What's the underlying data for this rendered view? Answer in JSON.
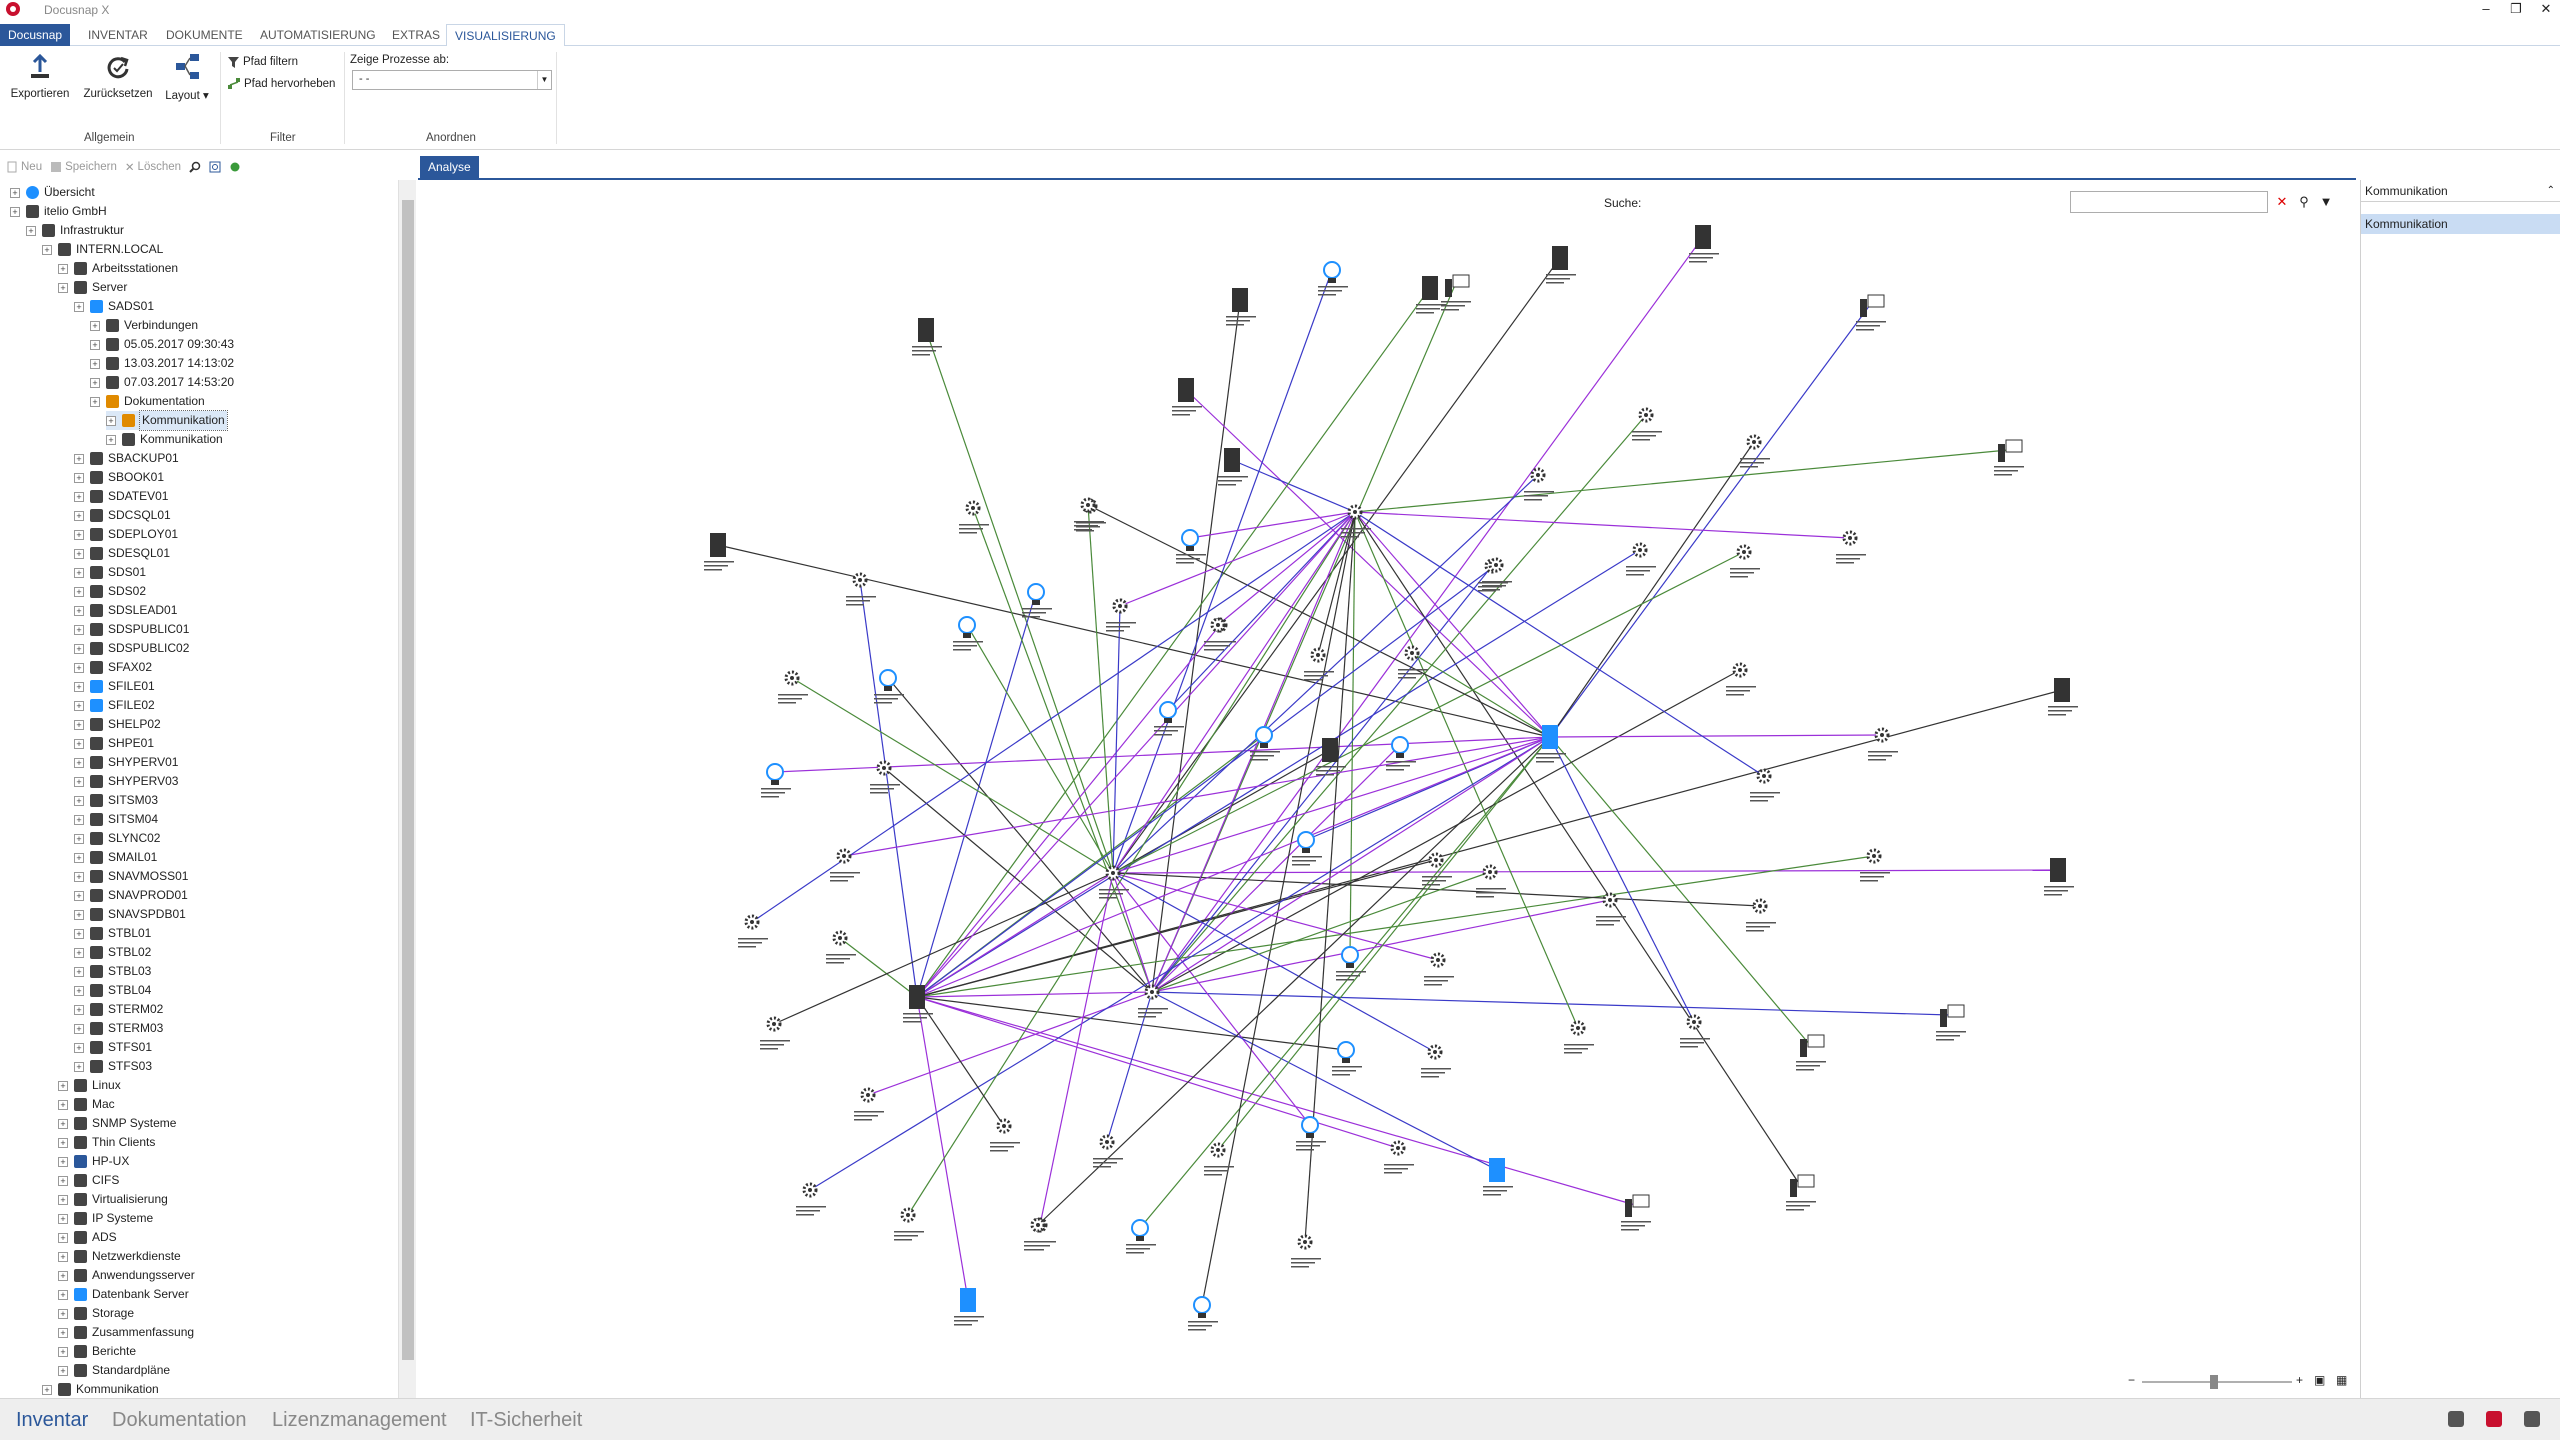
{
  "window": {
    "title": "Docusnap X"
  },
  "menu": {
    "tabs": [
      "Docusnap",
      "INVENTAR",
      "DOKUMENTE",
      "AUTOMATISIERUNG",
      "EXTRAS",
      "VISUALISIERUNG"
    ],
    "active": "VISUALISIERUNG"
  },
  "ribbon": {
    "export": "Exportieren",
    "reset": "Zurücksetzen",
    "layout": "Layout",
    "filter_path": "Pfad filtern",
    "highlight_path": "Pfad hervorheben",
    "show_processes_label": "Zeige Prozesse ab:",
    "show_processes_value": "- -",
    "groups": [
      "Allgemein",
      "Filter",
      "Anordnen"
    ]
  },
  "toolbar": {
    "new": "Neu",
    "save": "Speichern",
    "delete": "Löschen"
  },
  "tree": [
    {
      "label": "Übersicht",
      "level": 0,
      "icon": "globe"
    },
    {
      "label": "itelio GmbH",
      "level": 0,
      "icon": "building"
    },
    {
      "label": "Infrastruktur",
      "level": 1,
      "icon": "network"
    },
    {
      "label": "INTERN.LOCAL",
      "level": 2,
      "icon": "domain"
    },
    {
      "label": "Arbeitsstationen",
      "level": 3,
      "icon": "pc"
    },
    {
      "label": "Server",
      "level": 3,
      "icon": "server"
    },
    {
      "label": "SADS01",
      "level": 4,
      "icon": "server-blue"
    },
    {
      "label": "Verbindungen",
      "level": 5,
      "icon": "connections"
    },
    {
      "label": "05.05.2017 09:30:43",
      "level": 5,
      "icon": "calendar"
    },
    {
      "label": "13.03.2017 14:13:02",
      "level": 5,
      "icon": "calendar"
    },
    {
      "label": "07.03.2017 14:53:20",
      "level": 5,
      "icon": "calendar"
    },
    {
      "label": "Dokumentation",
      "level": 5,
      "icon": "docs"
    },
    {
      "label": "Kommunikation",
      "level": 6,
      "icon": "comm",
      "selected": true
    },
    {
      "label": "Kommunikation",
      "level": 6,
      "icon": "comm2"
    },
    {
      "label": "SBACKUP01",
      "level": 4,
      "icon": "server"
    },
    {
      "label": "SBOOK01",
      "level": 4,
      "icon": "server"
    },
    {
      "label": "SDATEV01",
      "level": 4,
      "icon": "server"
    },
    {
      "label": "SDCSQL01",
      "level": 4,
      "icon": "server"
    },
    {
      "label": "SDEPLOY01",
      "level": 4,
      "icon": "server"
    },
    {
      "label": "SDESQL01",
      "level": 4,
      "icon": "server"
    },
    {
      "label": "SDS01",
      "level": 4,
      "icon": "server"
    },
    {
      "label": "SDS02",
      "level": 4,
      "icon": "server"
    },
    {
      "label": "SDSLEAD01",
      "level": 4,
      "icon": "server"
    },
    {
      "label": "SDSPUBLIC01",
      "level": 4,
      "icon": "server"
    },
    {
      "label": "SDSPUBLIC02",
      "level": 4,
      "icon": "server"
    },
    {
      "label": "SFAX02",
      "level": 4,
      "icon": "server"
    },
    {
      "label": "SFILE01",
      "level": 4,
      "icon": "server-blue"
    },
    {
      "label": "SFILE02",
      "level": 4,
      "icon": "server-blue"
    },
    {
      "label": "SHELP02",
      "level": 4,
      "icon": "server"
    },
    {
      "label": "SHPE01",
      "level": 4,
      "icon": "server"
    },
    {
      "label": "SHYPERV01",
      "level": 4,
      "icon": "server"
    },
    {
      "label": "SHYPERV03",
      "level": 4,
      "icon": "server"
    },
    {
      "label": "SITSM03",
      "level": 4,
      "icon": "server"
    },
    {
      "label": "SITSM04",
      "level": 4,
      "icon": "server"
    },
    {
      "label": "SLYNC02",
      "level": 4,
      "icon": "server"
    },
    {
      "label": "SMAIL01",
      "level": 4,
      "icon": "server"
    },
    {
      "label": "SNAVMOSS01",
      "level": 4,
      "icon": "server"
    },
    {
      "label": "SNAVPROD01",
      "level": 4,
      "icon": "server"
    },
    {
      "label": "SNAVSPDB01",
      "level": 4,
      "icon": "server"
    },
    {
      "label": "STBL01",
      "level": 4,
      "icon": "server"
    },
    {
      "label": "STBL02",
      "level": 4,
      "icon": "server"
    },
    {
      "label": "STBL03",
      "level": 4,
      "icon": "server"
    },
    {
      "label": "STBL04",
      "level": 4,
      "icon": "server"
    },
    {
      "label": "STERM02",
      "level": 4,
      "icon": "server"
    },
    {
      "label": "STERM03",
      "level": 4,
      "icon": "server"
    },
    {
      "label": "STFS01",
      "level": 4,
      "icon": "server"
    },
    {
      "label": "STFS03",
      "level": 4,
      "icon": "server"
    },
    {
      "label": "Linux",
      "level": 3,
      "icon": "linux"
    },
    {
      "label": "Mac",
      "level": 3,
      "icon": "mac"
    },
    {
      "label": "SNMP Systeme",
      "level": 3,
      "icon": "snmp"
    },
    {
      "label": "Thin Clients",
      "level": 3,
      "icon": "thin"
    },
    {
      "label": "HP-UX",
      "level": 3,
      "icon": "hp"
    },
    {
      "label": "CIFS",
      "level": 3,
      "icon": "cifs"
    },
    {
      "label": "Virtualisierung",
      "level": 3,
      "icon": "virt"
    },
    {
      "label": "IP Systeme",
      "level": 3,
      "icon": "ip"
    },
    {
      "label": "ADS",
      "level": 3,
      "icon": "ads"
    },
    {
      "label": "Netzwerkdienste",
      "level": 3,
      "icon": "netsvc"
    },
    {
      "label": "Anwendungsserver",
      "level": 3,
      "icon": "appsrv"
    },
    {
      "label": "Datenbank Server",
      "level": 3,
      "icon": "db"
    },
    {
      "label": "Storage",
      "level": 3,
      "icon": "storage"
    },
    {
      "label": "Zusammenfassung",
      "level": 3,
      "icon": "summary"
    },
    {
      "label": "Berichte",
      "level": 3,
      "icon": "reports"
    },
    {
      "label": "Standardpläne",
      "level": 3,
      "icon": "plans"
    },
    {
      "label": "Kommunikation",
      "level": 2,
      "icon": "comm3"
    }
  ],
  "canvas": {
    "tab": "Analyse",
    "search_label": "Suche:",
    "search_value": ""
  },
  "right_panel": {
    "title": "Kommunikation",
    "items": [
      "Kommunikation"
    ]
  },
  "statusbar": {
    "tabs": [
      "Inventar",
      "Dokumentation",
      "Lizenzmanagement",
      "IT-Sicherheit"
    ],
    "active": "Inventar"
  },
  "colors": {
    "accent": "#2b579a",
    "edge_purple": "#9b30d9",
    "edge_green": "#4a8a3a",
    "edge_black": "#333333",
    "edge_blue": "#3a3ac8",
    "server_blue": "#1e90ff"
  }
}
